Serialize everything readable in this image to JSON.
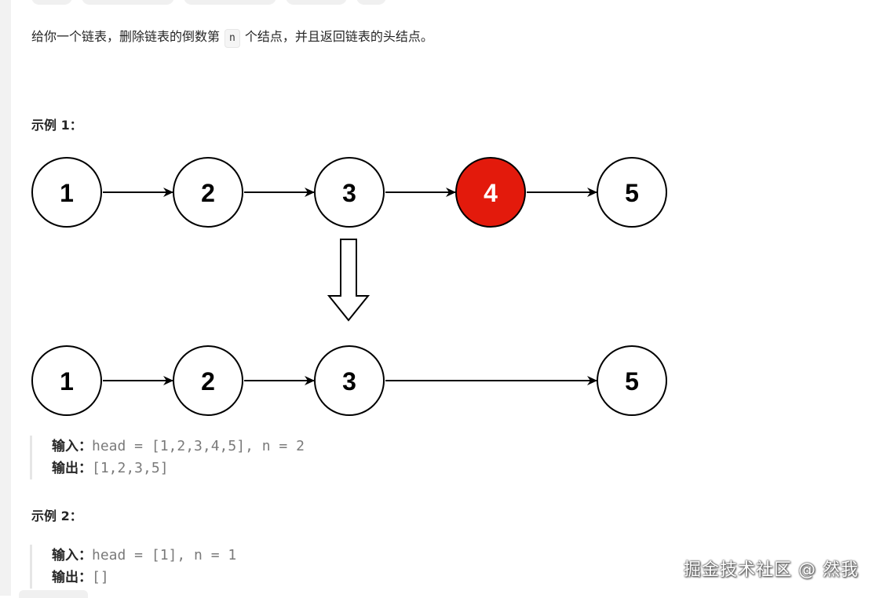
{
  "description": {
    "before": "给你一个链表，删除链表的倒数第",
    "code": "n",
    "after": "个结点，并且返回链表的头结点。"
  },
  "examples": [
    {
      "title": "示例 1：",
      "input_label": "输入：",
      "input_value": "head = [1,2,3,4,5], n = 2",
      "output_label": "输出：",
      "output_value": "[1,2,3,5]"
    },
    {
      "title": "示例 2：",
      "input_label": "输入：",
      "input_value": "head = [1], n = 1",
      "output_label": "输出：",
      "output_value": "[]"
    }
  ],
  "diagram": {
    "before_list": [
      "1",
      "2",
      "3",
      "4",
      "5"
    ],
    "removed_node": "4",
    "after_list": [
      "1",
      "2",
      "3",
      "5"
    ],
    "highlight_color": "#e31a0c"
  },
  "watermark": "掘金技术社区 @ 然我"
}
